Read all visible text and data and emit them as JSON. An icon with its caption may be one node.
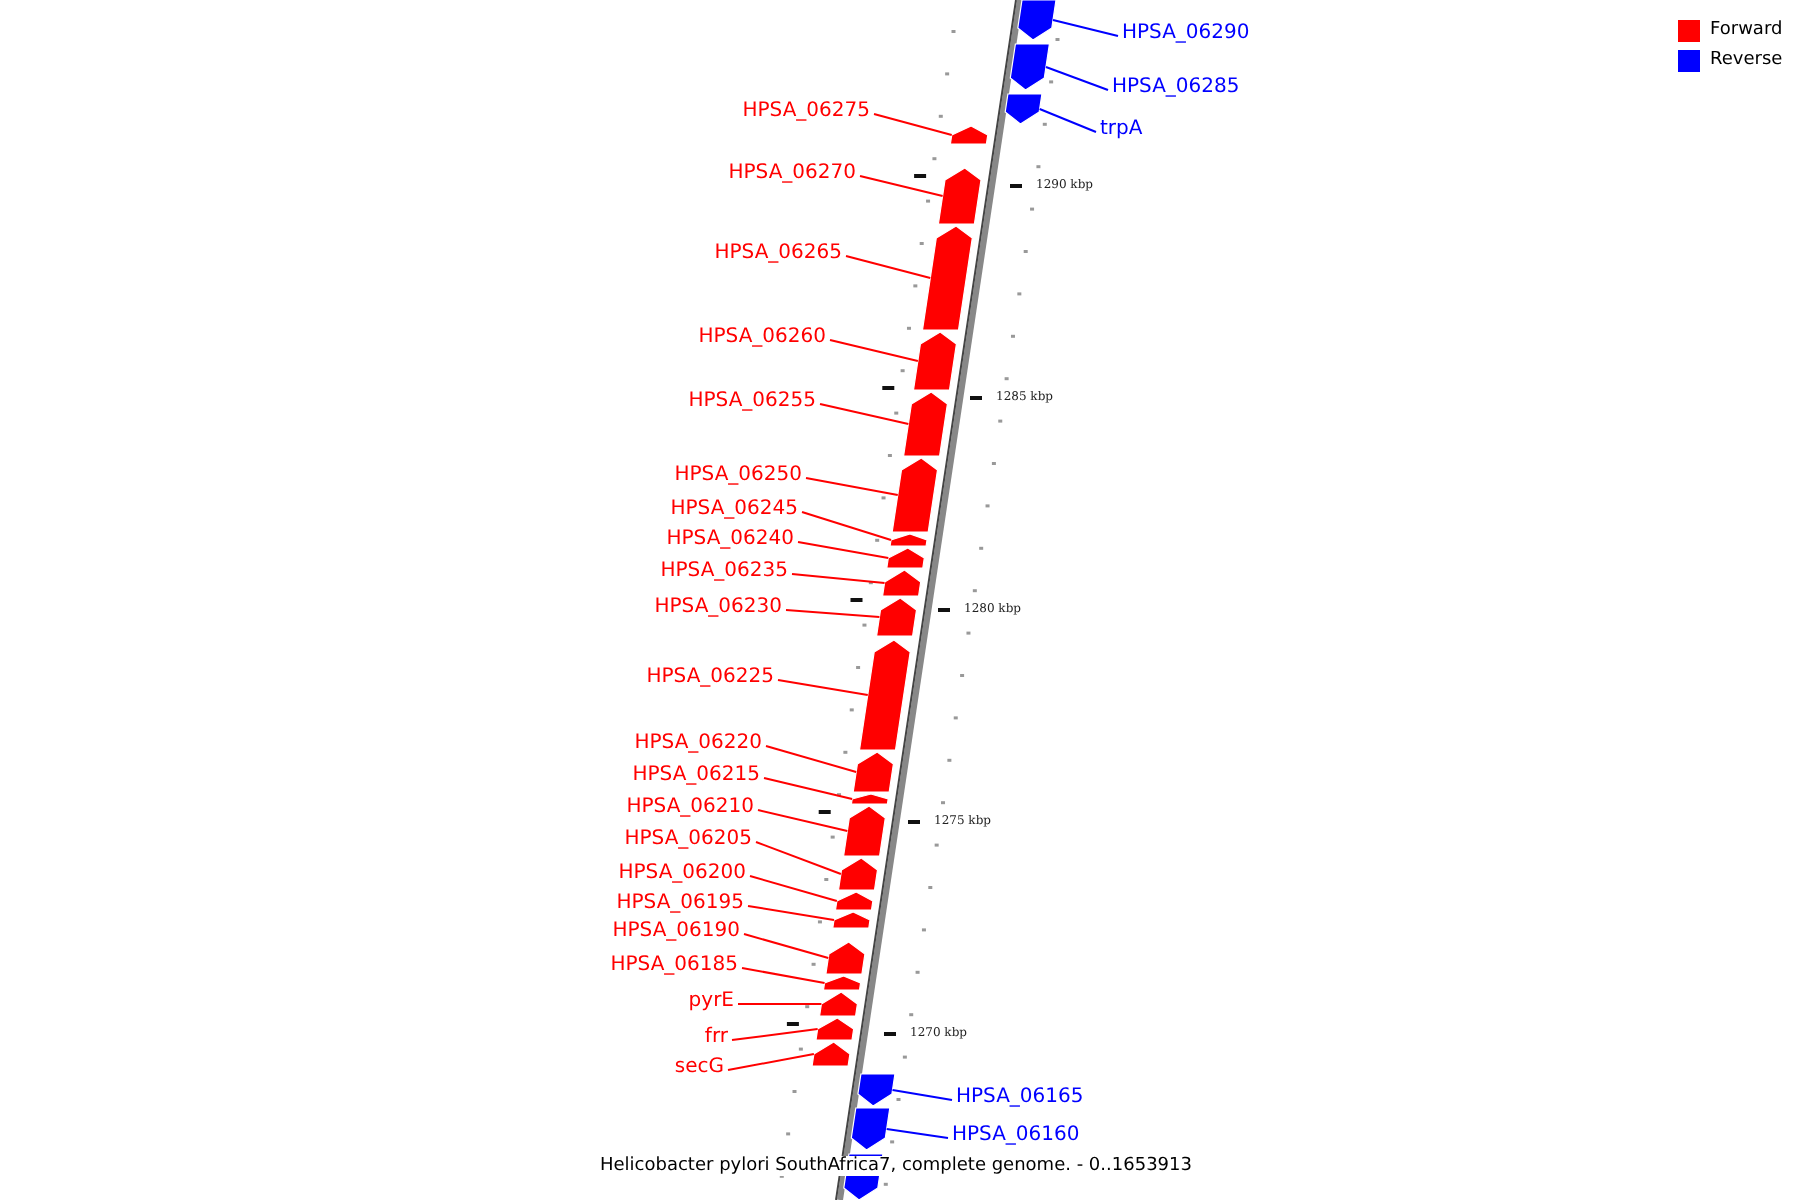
{
  "diagram": {
    "caption": "Helicobacter pylori SouthAfrica7, complete genome. - 0..1653913",
    "nodes": [
      {
        "text": [
          "HPSA_06290"
        ]
      },
      {
        "text": [
          "HPSA_06285"
        ]
      },
      {
        "text": [
          "trpA"
        ]
      },
      {
        "text": [
          "HPSA_06275"
        ]
      },
      {
        "text": [
          "HPSA_06270"
        ]
      },
      {
        "text": [
          "HPSA_06265"
        ]
      },
      {
        "text": [
          "HPSA_06260"
        ]
      },
      {
        "text": [
          "HPSA_06255"
        ]
      },
      {
        "text": [
          "HPSA_06250"
        ]
      },
      {
        "text": [
          "HPSA_06245"
        ]
      },
      {
        "text": [
          "HPSA_06240"
        ]
      },
      {
        "text": [
          "HPSA_06235"
        ]
      },
      {
        "text": [
          "HPSA_06230"
        ]
      },
      {
        "text": [
          "HPSA_06225"
        ]
      },
      {
        "text": [
          "HPSA_06220"
        ]
      },
      {
        "text": [
          "HPSA_06215"
        ]
      },
      {
        "text": [
          "HPSA_06210"
        ]
      },
      {
        "text": [
          "HPSA_06205"
        ]
      },
      {
        "text": [
          "HPSA_06200"
        ]
      },
      {
        "text": [
          "HPSA_06195"
        ]
      },
      {
        "text": [
          "HPSA_06190"
        ]
      },
      {
        "text": [
          "HPSA_06185"
        ]
      },
      {
        "text": [
          "pyrE"
        ]
      },
      {
        "text": [
          "frr"
        ]
      },
      {
        "text": [
          "secG"
        ]
      },
      {
        "text": [
          "HPSA_06165"
        ]
      },
      {
        "text": [
          "HPSA_06160"
        ]
      },
      {
        "text": [],
        "shape": "bar"
      },
      {
        "text": [],
        "shape": "bar"
      },
      {
        "text": [],
        "shape": "bar"
      },
      {
        "text": [],
        "shape": "bar"
      },
      {
        "text": [],
        "shape": "bar"
      },
      {
        "text": [],
        "shape": "bar"
      },
      {
        "text": [],
        "shape": "bar"
      },
      {
        "text": [],
        "shape": "bar"
      },
      {
        "text": [],
        "shape": "bar"
      },
      {
        "text": [],
        "shape": "bar"
      },
      {
        "text": [],
        "shape": "bar"
      },
      {
        "text": [],
        "shape": "bar"
      },
      {
        "text": [],
        "shape": "bar"
      },
      {
        "text": [],
        "shape": "bar"
      },
      {
        "text": [],
        "shape": "bar"
      },
      {
        "text": [],
        "shape": "bar"
      },
      {
        "text": [],
        "shape": "bar"
      },
      {
        "text": [],
        "shape": "bar"
      },
      {
        "text": [],
        "shape": "bar"
      },
      {
        "text": [],
        "shape": "bar"
      },
      {
        "text": [],
        "shape": "bar"
      },
      {
        "text": [],
        "shape": "bar"
      },
      {
        "text": [],
        "shape": "bar"
      },
      {
        "text": [],
        "shape": "bar"
      },
      {
        "text": [],
        "shape": "bar"
      },
      {
        "text": [],
        "shape": "bar"
      },
      {
        "text": [],
        "shape": "bar"
      },
      {
        "text": [],
        "shape": "bar"
      }
    ],
    "edges": [
      {
        "from": 0,
        "to": 27,
        "arrow": "none",
        "color": "#0000ff"
      },
      {
        "from": 1,
        "to": 28,
        "arrow": "none",
        "color": "#0000ff"
      },
      {
        "from": 2,
        "to": 29,
        "arrow": "none",
        "color": "#0000ff"
      },
      {
        "from": 3,
        "to": 30,
        "arrow": "none"
      },
      {
        "from": 4,
        "to": 31,
        "arrow": "none"
      },
      {
        "from": 5,
        "to": 32,
        "arrow": "none"
      },
      {
        "from": 6,
        "to": 33,
        "arrow": "none"
      },
      {
        "from": 7,
        "to": 34,
        "arrow": "none"
      },
      {
        "from": 8,
        "to": 35,
        "arrow": "none"
      },
      {
        "from": 9,
        "to": 36,
        "arrow": "none"
      },
      {
        "from": 10,
        "to": 37,
        "arrow": "none"
      },
      {
        "from": 11,
        "to": 38,
        "arrow": "none"
      },
      {
        "from": 12,
        "to": 39,
        "arrow": "none"
      },
      {
        "from": 13,
        "to": 40,
        "arrow": "none"
      },
      {
        "from": 14,
        "to": 41,
        "arrow": "none"
      },
      {
        "from": 15,
        "to": 42,
        "arrow": "none"
      },
      {
        "from": 16,
        "to": 43,
        "arrow": "none"
      },
      {
        "from": 17,
        "to": 44,
        "arrow": "none"
      },
      {
        "from": 18,
        "to": 45,
        "arrow": "none"
      },
      {
        "from": 19,
        "to": 46,
        "arrow": "none"
      },
      {
        "from": 20,
        "to": 47,
        "arrow": "none"
      },
      {
        "from": 21,
        "to": 48,
        "arrow": "none"
      },
      {
        "from": 22,
        "to": 49,
        "arrow": "none"
      },
      {
        "from": 23,
        "to": 50,
        "arrow": "none"
      },
      {
        "from": 24,
        "to": 51,
        "arrow": "none"
      },
      {
        "from": 25,
        "to": 52,
        "arrow": "none",
        "color": "#0000ff"
      },
      {
        "from": 26,
        "to": 53,
        "arrow": "none",
        "color": "#0000ff"
      }
    ],
    "labels": [
      "1290 kbp",
      "1285 kbp",
      "1280 kbp",
      "1275 kbp",
      "1270 kbp"
    ],
    "legend": [
      {
        "text": "Forward",
        "color": "#ff0000"
      },
      {
        "text": "Reverse",
        "color": "#0000ff"
      }
    ]
  }
}
